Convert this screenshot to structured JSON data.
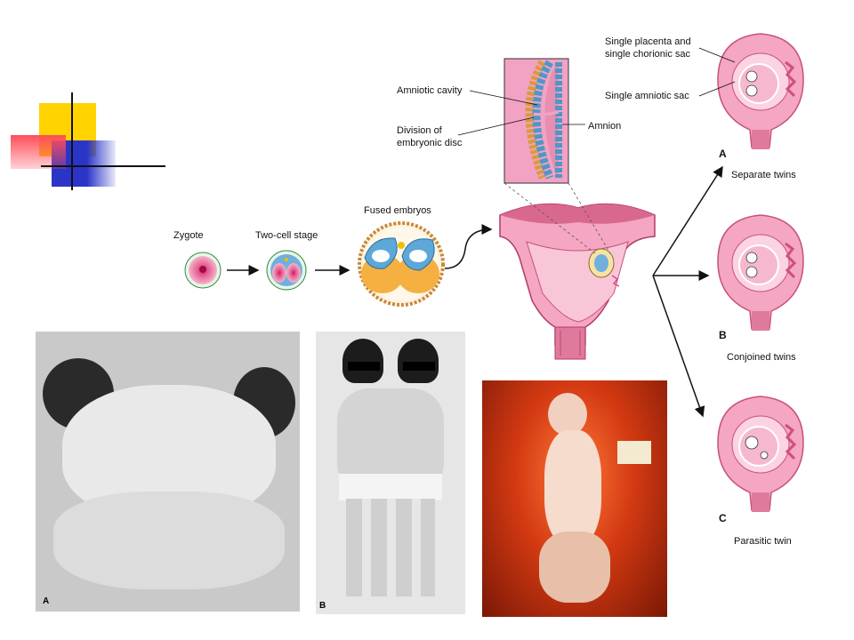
{
  "stages": {
    "zygote": "Zygote",
    "two_cell": "Two-cell stage",
    "fused": "Fused embryos"
  },
  "inset": {
    "amniotic_cavity": "Amniotic cavity",
    "division_line1": "Division of",
    "division_line2": "embryonic disc",
    "amnion": "Amnion"
  },
  "outcomes": {
    "placenta_line1": "Single placenta and",
    "placenta_line2": "single chorionic sac",
    "amniotic_sac": "Single amniotic sac",
    "a_letter": "A",
    "a_caption": "Separate twins",
    "b_letter": "B",
    "b_caption": "Conjoined twins",
    "c_letter": "C",
    "c_caption": "Parasitic twin"
  },
  "photos": {
    "photo1_letter": "A",
    "photo2_letter": "B"
  },
  "colors": {
    "uterus_pink": "#f2a7c4",
    "uterus_dark": "#c24a78",
    "cell_blue": "#7fb8dd",
    "yolk_orange": "#f5b041",
    "logo_yellow": "#ffd200",
    "logo_blue": "#2a35c8",
    "logo_red": "#ff4d5a"
  }
}
